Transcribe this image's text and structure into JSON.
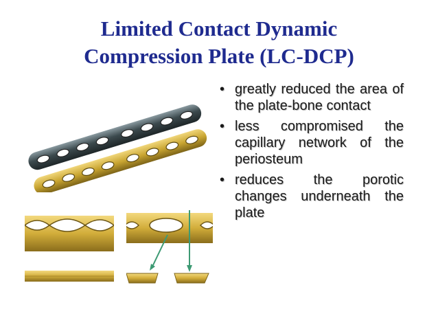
{
  "slide": {
    "title_line1": "Limited Contact Dynamic",
    "title_line2": "Compression Plate (LC-DCP)",
    "bullets": [
      "greatly reduced the area of the plate-bone contact",
      "less compromised the capillary network of the periosteum",
      "reduces the porotic changes underneath the plate"
    ]
  },
  "colors": {
    "title": "#1f2b8f",
    "text": "#1a1a1a",
    "plate_dark": "#3c4a4e",
    "plate_gold": "#c9a531",
    "arrow": "#3d9a73"
  }
}
